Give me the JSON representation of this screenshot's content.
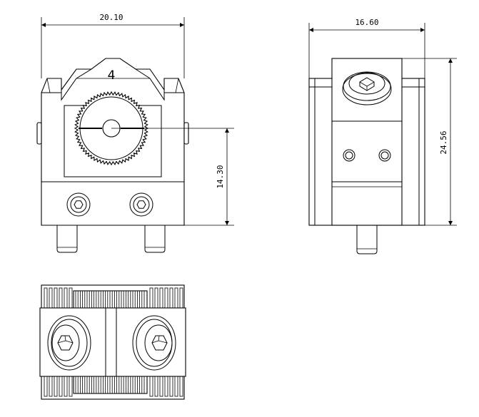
{
  "dimensions": {
    "front_width": "20.10",
    "front_height": "14.30",
    "side_width": "16.60",
    "side_height": "24.56"
  },
  "front_view": {
    "marker": "4"
  },
  "colors": {
    "line": "#000000",
    "background": "#ffffff"
  }
}
